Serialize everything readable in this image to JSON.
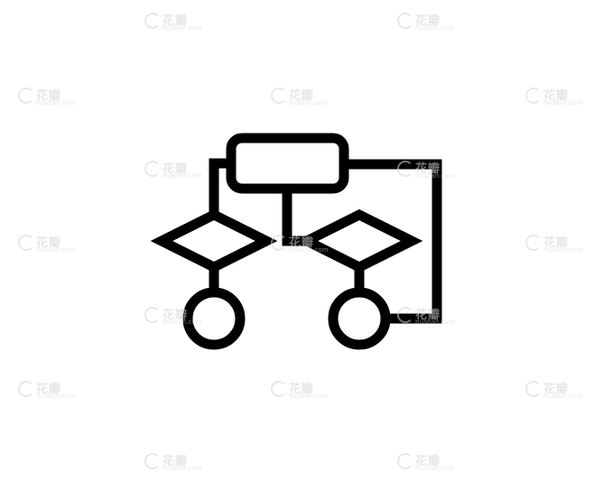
{
  "watermark": {
    "text_cn": "花瓣",
    "text_en": "huaban.com"
  },
  "diagram": {
    "stroke_color": "#000000",
    "background_color": "#ffffff",
    "icon": "flowchart-icon",
    "nodes": [
      {
        "id": "process-box",
        "shape": "rounded-rectangle"
      },
      {
        "id": "decision-left",
        "shape": "diamond"
      },
      {
        "id": "decision-right",
        "shape": "diamond"
      },
      {
        "id": "terminal-left",
        "shape": "circle"
      },
      {
        "id": "terminal-right",
        "shape": "circle"
      }
    ]
  }
}
